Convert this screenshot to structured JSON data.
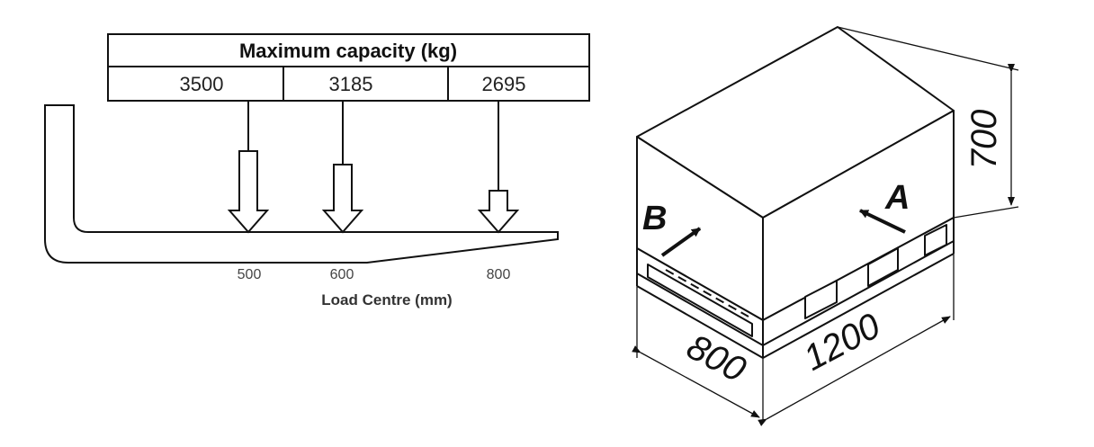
{
  "capacity_table": {
    "title": "Maximum capacity (kg)",
    "values": [
      "3500",
      "3185",
      "2695"
    ]
  },
  "load_centre": {
    "ticks": [
      "500",
      "600",
      "800"
    ],
    "label": "Load Centre (mm)"
  },
  "pallet": {
    "height": "700",
    "length": "1200",
    "width": "800",
    "face_a": "A",
    "face_b": "B"
  }
}
